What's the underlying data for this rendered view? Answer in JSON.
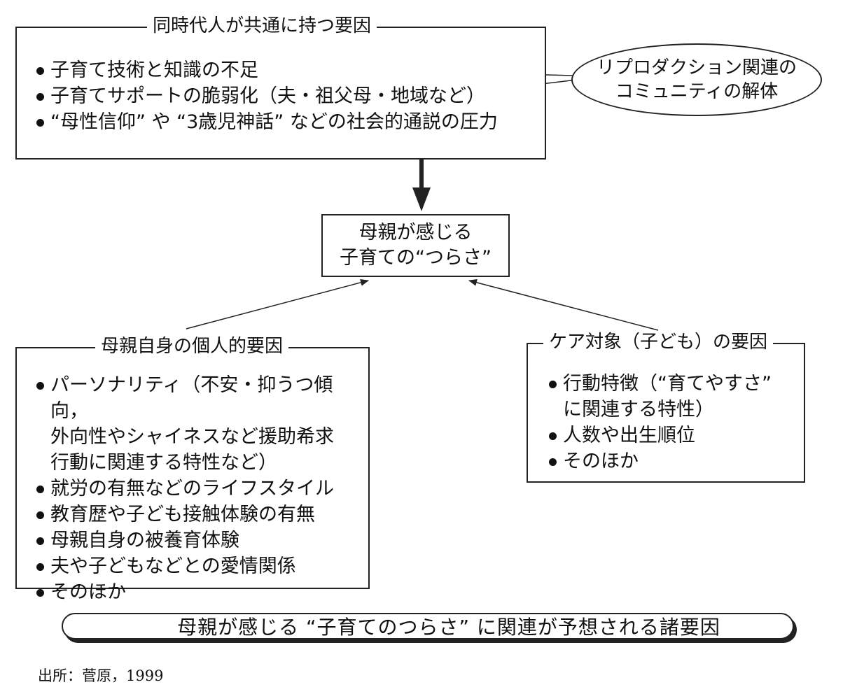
{
  "top_box": {
    "title": "同時代人が共通に持つ要因",
    "items": [
      "子育て技術と知識の不足",
      "子育てサポートの脆弱化（夫・祖父母・地域など）",
      "“母性信仰” や “3歳児神話” などの社会的通説の圧力"
    ]
  },
  "ellipse": {
    "text": "リプロダクション関連の\nコミュニティの解体"
  },
  "center": {
    "text": "母親が感じる\n子育ての“つらさ”"
  },
  "left_box": {
    "title": "母親自身の個人的要因",
    "items": [
      "パーソナリティ（不安・抑うつ傾向，\n外向性やシャイネスなど援助希求\n行動に関連する特性など）",
      "就労の有無などのライフスタイル",
      "教育歴や子ども接触体験の有無",
      "母親自身の被養育体験",
      "夫や子どもなどとの愛情関係",
      "そのほか"
    ]
  },
  "right_box": {
    "title": "ケア対象（子ども）の要因",
    "items": [
      "行動特徴（“育てやすさ”\nに関連する特性）",
      "人数や出生順位",
      "そのほか"
    ]
  },
  "caption": "母親が感じる “子育てのつらさ” に関連が予想される諸要因",
  "source": "出所：菅原，1999"
}
